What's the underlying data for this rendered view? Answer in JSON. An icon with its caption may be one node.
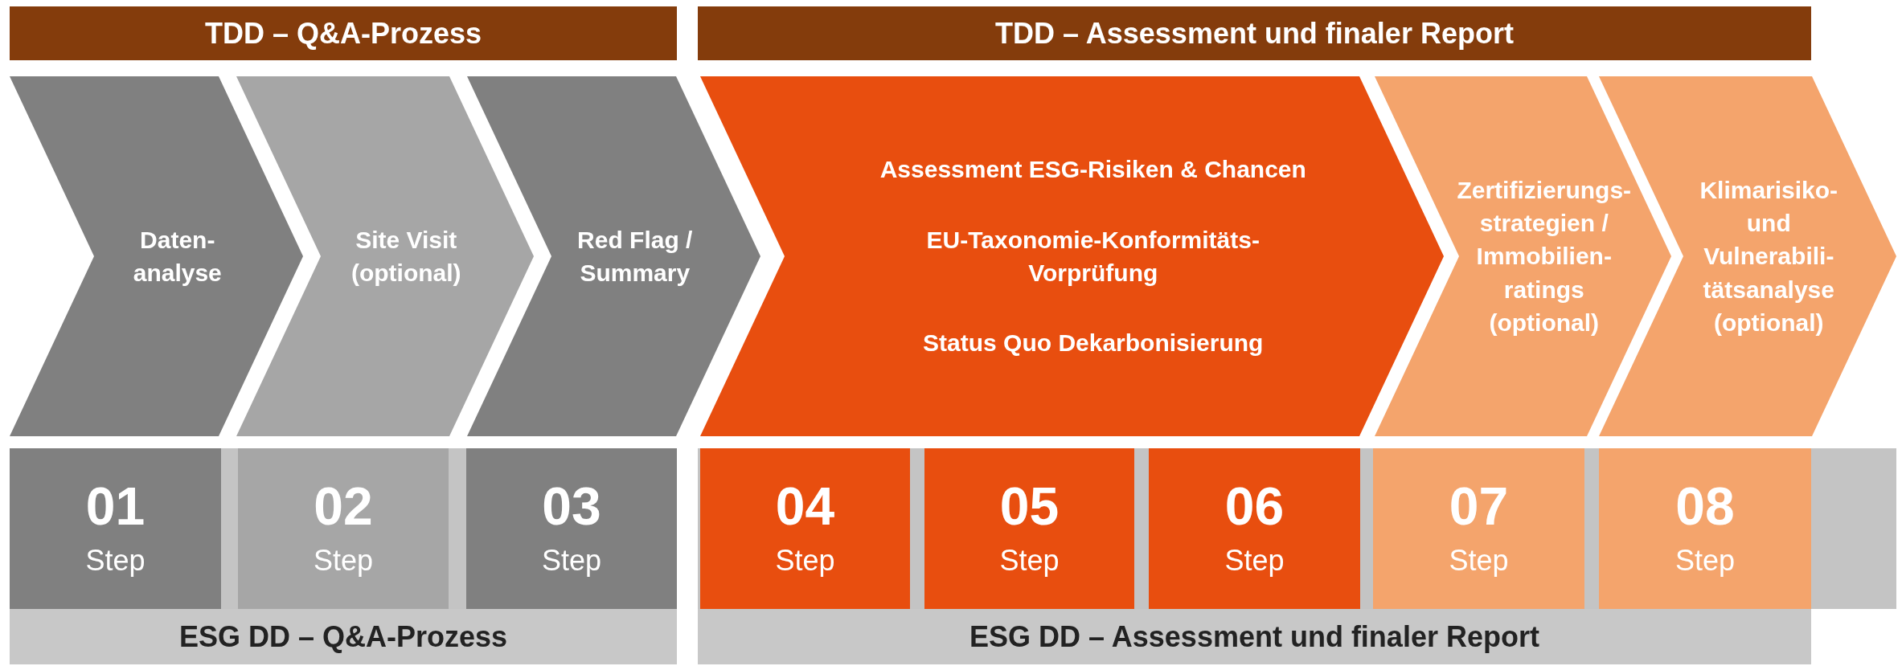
{
  "diagram": {
    "nodes": [
      {
        "text": [
          "TDD – Q&A-Prozess"
        ]
      },
      {
        "text": [
          "TDD – Assessment und finaler Report"
        ]
      },
      {
        "text": [
          "Daten- analyse"
        ]
      },
      {
        "text": [
          "Site Visit (optional)"
        ]
      },
      {
        "text": [
          "Red Flag / Summary"
        ]
      },
      {
        "text": [
          "Assessment ESG-Risiken & Chancen",
          "EU-Taxonomie-Konformitäts- Vorprüfung",
          "Status Quo Dekarbonisierung"
        ]
      },
      {
        "text": [
          "Zertifizierungs- strategien / Immobilien- ratings (optional)"
        ]
      },
      {
        "text": [
          "Klimarisiko- und Vulnerabili- tätsanalyse (optional)"
        ]
      },
      {
        "text": [
          "01",
          "Step"
        ]
      },
      {
        "text": [
          "02",
          "Step"
        ]
      },
      {
        "text": [
          "03",
          "Step"
        ]
      },
      {
        "text": [
          "04",
          "Step"
        ]
      },
      {
        "text": [
          "05",
          "Step"
        ]
      },
      {
        "text": [
          "06",
          "Step"
        ]
      },
      {
        "text": [
          "07",
          "Step"
        ]
      },
      {
        "text": [
          "08",
          "Step"
        ]
      },
      {
        "text": [
          "ESG DD – Q&A-Prozess"
        ]
      },
      {
        "text": [
          "ESG DD – Assessment und finaler Report"
        ]
      }
    ]
  }
}
